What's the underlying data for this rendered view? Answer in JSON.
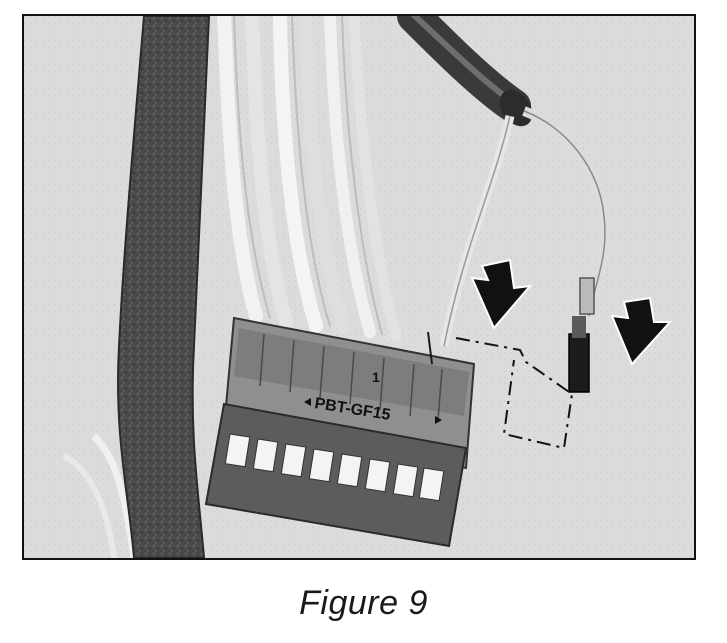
{
  "figure": {
    "connector_label": "PBT-GF15",
    "connector_pin_mark": "1",
    "caption": "Figure 9"
  },
  "icons": [
    "arrow-down-icon",
    "arrow-down-icon"
  ]
}
